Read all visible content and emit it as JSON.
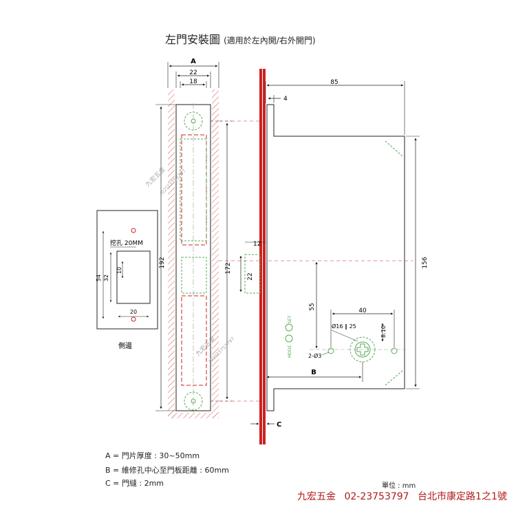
{
  "title": {
    "main": "左門安裝圖",
    "sub": "(適用於左內開/右外開門)"
  },
  "dimensions": {
    "A": "A",
    "d22": "22",
    "d18": "18",
    "d192": "192",
    "d172": "172",
    "d85": "85",
    "d4": "4",
    "d12": "12",
    "d22b": "22",
    "d156": "156",
    "d55": "55",
    "d40": "40",
    "d8_10": "8.10",
    "d16_25": "Ø16 ‖ 25",
    "d2_3": "2-Ø3",
    "B": "B",
    "C": "C",
    "side_54": "54",
    "side_32": "32",
    "side_10": "10",
    "side_20": "20",
    "hole_note": "挖孔 20MM"
  },
  "labels": {
    "side_view": "側邊",
    "mode": "MODE",
    "set": "SET"
  },
  "watermark": {
    "name": "九宏五金",
    "phone": "(02)23753797"
  },
  "legend": [
    "A = 門片厚度 : 30~50mm",
    "B = 維修孔中心至門板距離 : 60mm",
    "C = 門縫 : 2mm"
  ],
  "unit": "單位 : mm",
  "footer": {
    "company": "九宏五金",
    "phone": "02-23753797",
    "address": "台北市康定路1之1號"
  },
  "colors": {
    "red": "#cc2222",
    "hatch": "#d45050",
    "green": "#55aa55",
    "dim": "#222222"
  }
}
